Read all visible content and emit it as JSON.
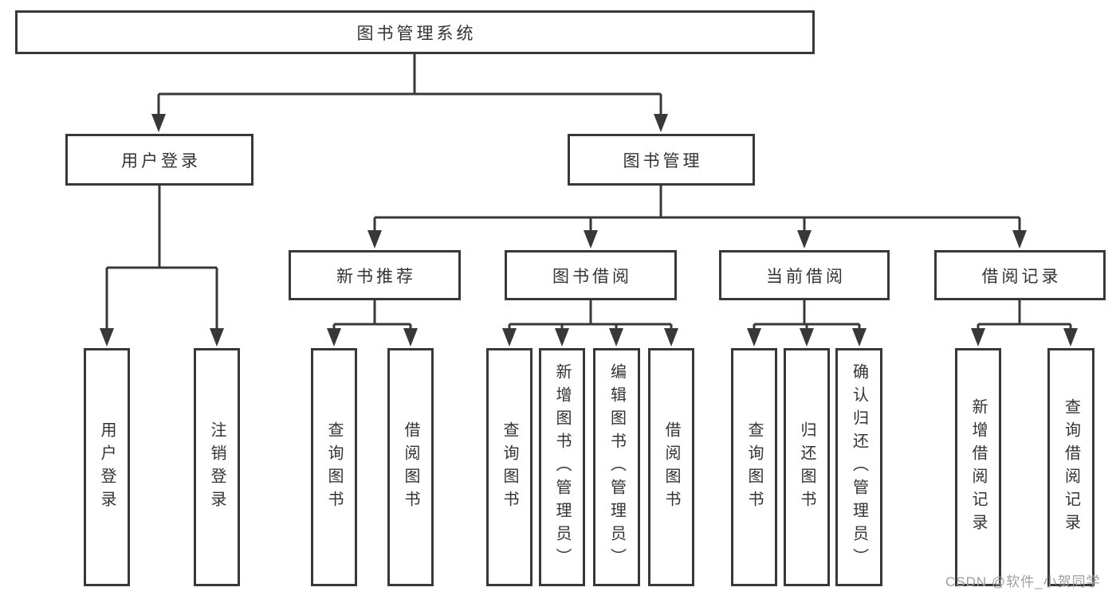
{
  "diagram": {
    "root": {
      "label": "图书管理系统"
    },
    "branches": [
      {
        "label": "用户登录",
        "children": [
          {
            "label": "用户登录"
          },
          {
            "label": "注销登录"
          }
        ]
      },
      {
        "label": "图书管理",
        "children": [
          {
            "label": "新书推荐",
            "children": [
              {
                "label": "查询图书"
              },
              {
                "label": "借阅图书"
              }
            ]
          },
          {
            "label": "图书借阅",
            "children": [
              {
                "label": "查询图书"
              },
              {
                "label": "新增图书（管理员）"
              },
              {
                "label": "编辑图书（管理员）"
              },
              {
                "label": "借阅图书"
              }
            ]
          },
          {
            "label": "当前借阅",
            "children": [
              {
                "label": "查询图书"
              },
              {
                "label": "归还图书"
              },
              {
                "label": "确认归还（管理员）"
              }
            ]
          },
          {
            "label": "借阅记录",
            "children": [
              {
                "label": "新增借阅记录"
              },
              {
                "label": "查询借阅记录"
              }
            ]
          }
        ]
      }
    ]
  },
  "watermark": {
    "text": "CSDN @软件_小贺同学"
  },
  "colors": {
    "line": "#383838",
    "box_border": "#383838",
    "text": "#333333",
    "background": "#ffffff",
    "watermark": "#9e9e9e"
  }
}
